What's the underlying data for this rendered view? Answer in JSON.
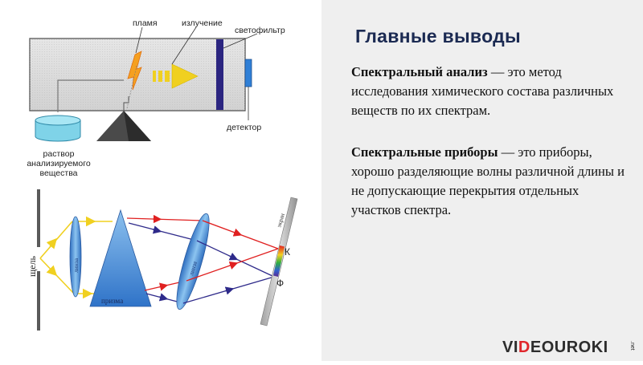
{
  "diagram_top": {
    "label_flame": "пламя",
    "label_radiation": "излучение",
    "label_filter": "светофильтр",
    "label_detector": "детектор",
    "label_solution_line1": "раствор",
    "label_solution_line2": "анализируемого",
    "label_solution_line3": "вещества"
  },
  "diagram_bottom": {
    "label_slit": "щель",
    "label_lens1": "линза",
    "label_prism": "призма",
    "label_lens2": "линза",
    "label_screen": "экран",
    "label_K": "К",
    "label_F": "Ф"
  },
  "slide": {
    "title": "Главные выводы",
    "p1_term": "Спектральный анализ",
    "p1_rest": " — это метод исследования химического состава различных веществ по их спектрам.",
    "p2_term": "Спектральные приборы",
    "p2_rest": " — это приборы, хорошо разделяющие волны различной длины и не допускающие перекрытия отдельных участков спектра."
  },
  "logo": {
    "part1": "VI",
    "part2": "D",
    "part3": "EOUROKI",
    "suffix": ".net"
  },
  "colors": {
    "title": "#1b2a52",
    "right_bg": "#efefef",
    "filter": "#2b2580",
    "detector": "#2f7fd6",
    "solution": "#7fd3e8",
    "ray_red": "#e02020",
    "ray_blue": "#2e2a8a",
    "ray_yellow": "#f0d020",
    "prism": "#4a8fd8",
    "lens": "#4a8fd8"
  }
}
